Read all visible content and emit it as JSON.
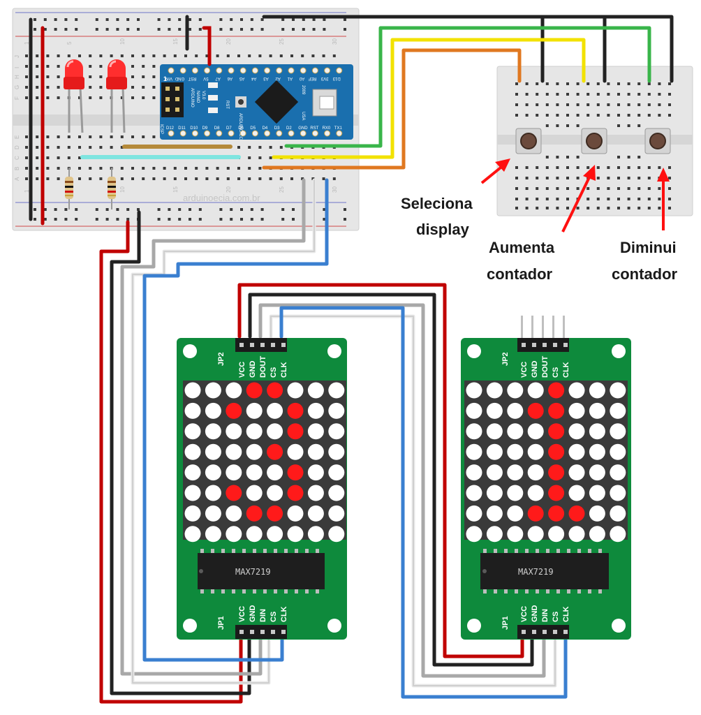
{
  "colors": {
    "wire_red": "#c00000",
    "wire_black": "#222222",
    "wire_green": "#39b54a",
    "wire_yellow": "#f2e200",
    "wire_orange": "#e07820",
    "wire_cyan": "#7fe5e0",
    "wire_brown": "#b58a3a",
    "wire_gray": "#a8a8a8",
    "wire_white": "#e8e8e8",
    "wire_blue": "#3a7fd0",
    "breadboard": "#e6e6e6",
    "pcb_green": "#0e8a3c",
    "arduino_blue": "#1a6fae",
    "led_on": "#ff1a1a",
    "led_off": "#ffffff",
    "matrix_bg": "#3a3a3a",
    "arrow": "#ff1010"
  },
  "breadboard_main": {
    "watermark": "arduinoecia.com.br",
    "column_numbers": [
      "1",
      "5",
      "10",
      "15",
      "20",
      "25",
      "30"
    ],
    "row_letters_top": [
      "J",
      "I",
      "H",
      "G",
      "F"
    ],
    "row_letters_bottom": [
      "E",
      "D",
      "C",
      "B",
      "A"
    ]
  },
  "arduino": {
    "name_line1": "ARDUINO",
    "name_line2": "NANO",
    "name_line3": "V3.0",
    "brand": "ARDUINO.CC",
    "year": "2009",
    "country": "USA",
    "icsp": "ICSP",
    "rst": "RST",
    "top_pins": [
      "D12",
      "D11",
      "D10",
      "D9",
      "D8",
      "D7",
      "D6",
      "D5",
      "D4",
      "D3",
      "D2",
      "GND",
      "RST",
      "RX0",
      "TX1"
    ],
    "bottom_pins": [
      "D13",
      "3V3",
      "REF",
      "A0",
      "A1",
      "A2",
      "A3",
      "A4",
      "A5",
      "A6",
      "A7",
      "5V",
      "RST",
      "GND",
      "VIN"
    ]
  },
  "labels": {
    "select_line1": "Seleciona",
    "select_line2": "display",
    "up_line1": "Aumenta",
    "up_line2": "contador",
    "down_line1": "Diminui",
    "down_line2": "contador"
  },
  "module_left": {
    "header_top": "JP2",
    "top_pins": [
      "VCC",
      "GND",
      "DOUT",
      "CS",
      "CLK"
    ],
    "chip": "MAX7219",
    "header_bottom": "JP1",
    "bottom_pins": [
      "VCC",
      "GND",
      "DIN",
      "CS",
      "CLK"
    ],
    "matrix": [
      "00011000",
      "00100100",
      "00000100",
      "00001000",
      "00000100",
      "00100100",
      "00011000",
      "00000000"
    ]
  },
  "module_right": {
    "header_top": "JP2",
    "top_pins": [
      "VCC",
      "GND",
      "DOUT",
      "CS",
      "CLK"
    ],
    "chip": "MAX7219",
    "header_bottom": "JP1",
    "bottom_pins": [
      "VCC",
      "GND",
      "DIN",
      "CS",
      "CLK"
    ],
    "matrix": [
      "00001000",
      "00011000",
      "00001000",
      "00001000",
      "00001000",
      "00001000",
      "00011100",
      "00000000"
    ]
  }
}
